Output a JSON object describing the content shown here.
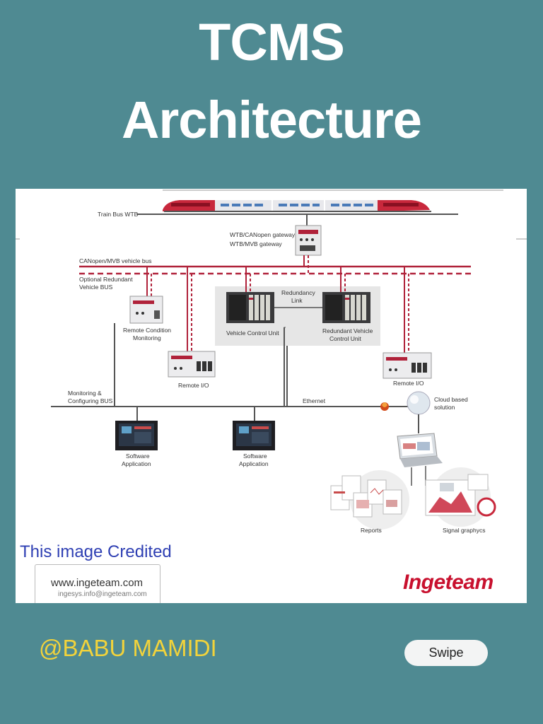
{
  "header": {
    "title_line1": "TCMS",
    "title_line2": "Architecture"
  },
  "diagram": {
    "train_bus": "Train Bus WTB",
    "gateway_line1": "WTB/CANopen gateway",
    "gateway_line2": "WTB/MVB gateway",
    "vehicle_bus": "CANopen/MVB vehicle bus",
    "redundant_bus_line1": "Optional Redundant",
    "redundant_bus_line2": "Vehicle BUS",
    "redundancy_link_line1": "Redundancy",
    "redundancy_link_line2": "Link",
    "vcu": "Vehicle Control Unit",
    "rvcu_line1": "Redundant Vehicle",
    "rvcu_line2": "Control Unit",
    "rcm_line1": "Remote Condition",
    "rcm_line2": "Monitoring",
    "remote_io_1": "Remote I/O",
    "remote_io_2": "Remote I/O",
    "monitoring_bus_line1": "Monitoring &",
    "monitoring_bus_line2": "Configuring BUS",
    "ethernet": "Ethernet",
    "cloud_line1": "Cloud based",
    "cloud_line2": "solution",
    "sw1_line1": "Software",
    "sw1_line2": "Application",
    "sw2_line1": "Software",
    "sw2_line2": "Application",
    "reports": "Reports",
    "signal_graphics": "Signal graphycs"
  },
  "credit": {
    "text": "This image Credited",
    "url": "www.ingeteam.com",
    "email": "ingesys.info@ingeteam.com"
  },
  "brand": "Ingeteam",
  "footer": {
    "handle": "@BABU MAMIDI",
    "swipe_label": "Swipe"
  },
  "colors": {
    "background": "#4f8a92",
    "bus_red": "#b0223a",
    "handle_yellow": "#f2d33b"
  }
}
